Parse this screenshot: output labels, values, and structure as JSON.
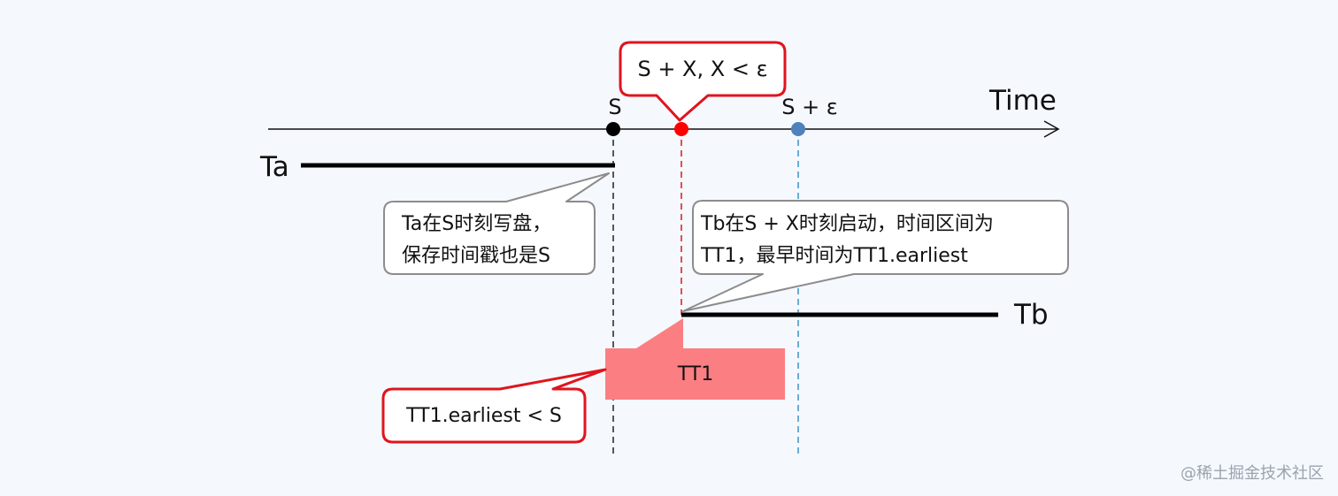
{
  "axis": {
    "time_label": "Time"
  },
  "points": {
    "s": {
      "label": "S",
      "color": "#000000"
    },
    "sx": {
      "label": "",
      "color": "#ff0000"
    },
    "se": {
      "label": "S + ε",
      "color": "#4f81bd"
    }
  },
  "transactions": {
    "ta": {
      "label": "Ta"
    },
    "tb": {
      "label": "Tb"
    }
  },
  "interval": {
    "label": "TT1",
    "color": "#fb7f82"
  },
  "callouts": {
    "top": {
      "text": "S + X, X < ε"
    },
    "ta_note": {
      "lines": [
        "Ta在S时刻写盘，",
        "保存时间戳也是S"
      ]
    },
    "tb_note": {
      "lines": [
        "Tb在S + X时刻启动，时间区间为",
        "TT1，最早时间为TT1.earliest"
      ]
    },
    "earliest": {
      "text": "TT1.earliest < S"
    }
  },
  "colors": {
    "callout_red": "#e0141e",
    "callout_gray": "#8c8c8c",
    "dashed_blue": "#3a93c9",
    "dashed_red": "#e0141e"
  },
  "watermark": "@稀土掘金技术社区"
}
